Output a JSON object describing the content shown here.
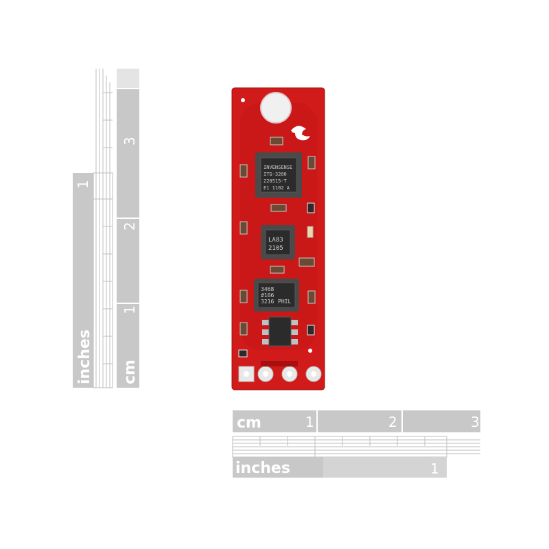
{
  "vertical_ruler": {
    "inches_label": "inches",
    "cm_label": "cm",
    "inch_numbers": [
      "1"
    ],
    "cm_numbers": [
      "1",
      "2",
      "3"
    ]
  },
  "horizontal_ruler": {
    "cm_label": "cm",
    "inches_label": "inches",
    "cm_numbers": [
      "1",
      "2",
      "3"
    ],
    "inch_numbers": [
      "1"
    ]
  },
  "board": {
    "chip1_lines": [
      "INVENSENSE",
      "ITG-3200",
      "220515-T",
      "E1 1102 A"
    ],
    "chip2_lines": [
      "LA83",
      "2105"
    ],
    "chip3_lines": [
      "3468",
      "#106",
      "3216",
      "PHIL"
    ],
    "color_pcb": "#d11a1a",
    "color_chip": "#2b2b2b"
  }
}
